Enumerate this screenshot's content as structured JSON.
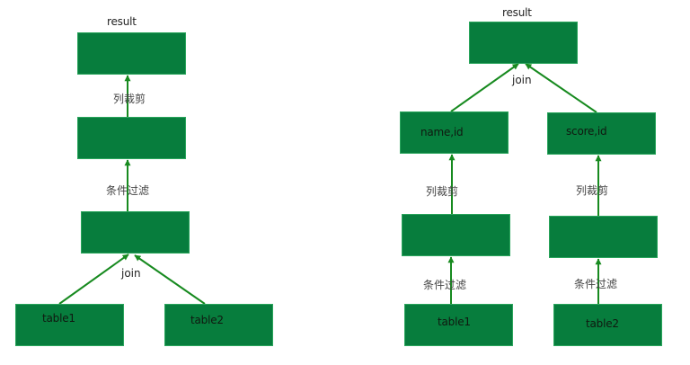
{
  "colors": {
    "node_fill": "#077d3d",
    "node_border": "#2aa55c",
    "edge": "#178a1f",
    "node_text": "#101810",
    "edge_label_text": "#444444"
  },
  "left_plan": {
    "result_caption": "result",
    "nodes": {
      "result": {
        "label": ""
      },
      "column_prune": {
        "label": ""
      },
      "join": {
        "label": ""
      },
      "table1": {
        "label": "table1"
      },
      "table2": {
        "label": "table2"
      }
    },
    "edges": {
      "column_prune_label": "列裁剪",
      "filter_label": "条件过滤",
      "join_label": "join"
    }
  },
  "right_plan": {
    "result_caption": "result",
    "nodes": {
      "result": {
        "label": ""
      },
      "name_id": {
        "label": "name,id"
      },
      "score_id": {
        "label": "score,id"
      },
      "filter_left": {
        "label": ""
      },
      "filter_right": {
        "label": ""
      },
      "table1": {
        "label": "table1"
      },
      "table2": {
        "label": "table2"
      }
    },
    "edges": {
      "join_label": "join",
      "column_prune_left_label": "列裁剪",
      "column_prune_right_label": "列裁剪",
      "filter_left_label": "条件过滤",
      "filter_right_label": "条件过滤"
    }
  }
}
